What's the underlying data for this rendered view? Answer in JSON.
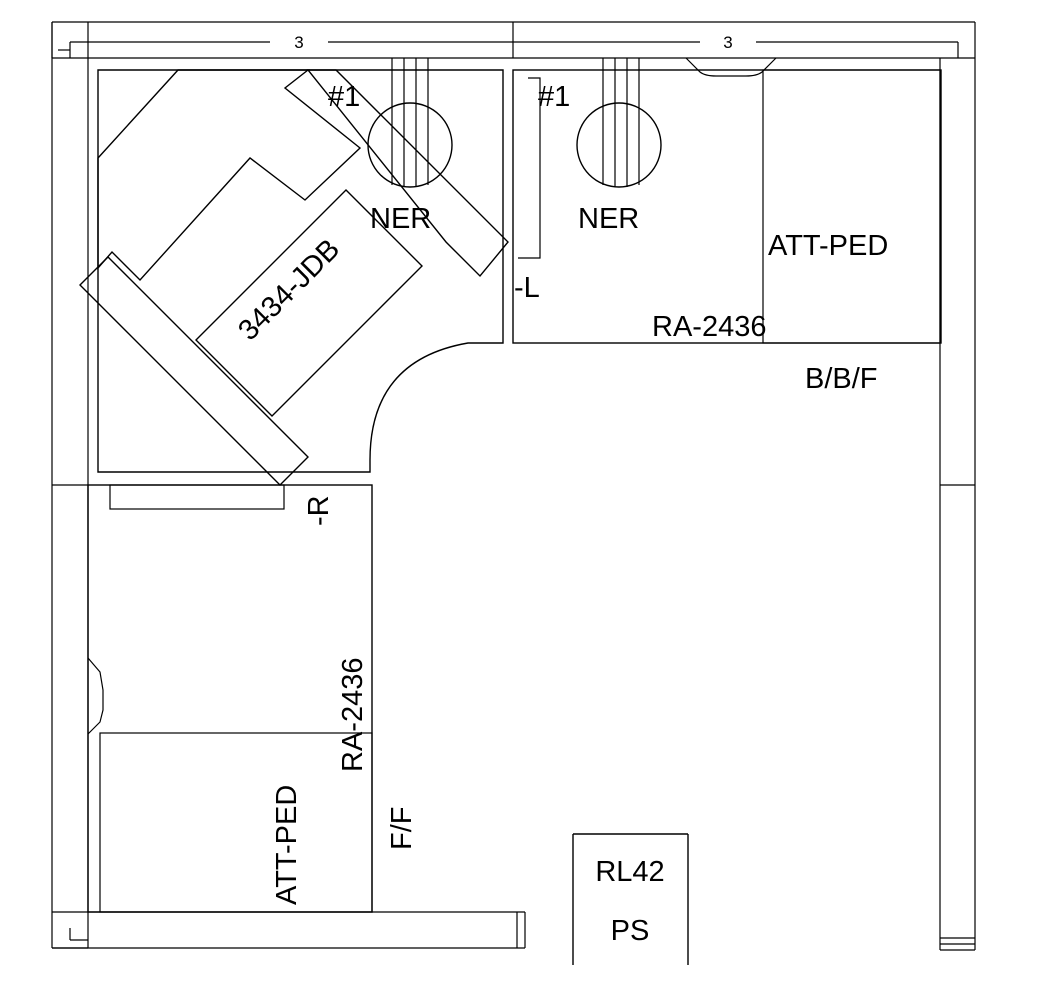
{
  "dimensions": {
    "top_left": "3",
    "top_right": "3"
  },
  "labels": {
    "part_number_left": "#1",
    "part_number_right": "#1",
    "ner_left": "NER",
    "ner_right": "NER",
    "corner_desk": "3434-JDB",
    "suffix_l": "-L",
    "suffix_r": "-R",
    "ra_top": "RA-2436",
    "ra_left": "RA-2436",
    "att_ped_top": "ATT-PED",
    "att_ped_left": "ATT-PED",
    "bbf": "B/B/F",
    "ff": "F/F",
    "rl42": "RL42",
    "ps": "PS"
  },
  "colors": {
    "line": "#000000",
    "background": "#ffffff"
  }
}
